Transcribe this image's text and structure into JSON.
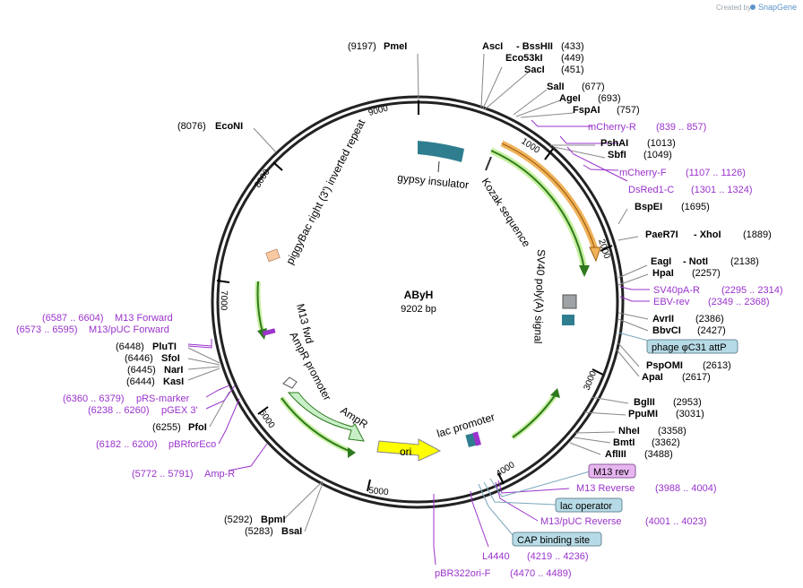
{
  "header": {
    "credit": "Created by",
    "brand": "SnapGene"
  },
  "map": {
    "name": "AByH",
    "size": "9202 bp",
    "ticks": [
      "9000",
      "1000",
      "2000",
      "3000",
      "4000",
      "5000",
      "6000",
      "7000",
      "8000"
    ]
  },
  "sites_right": [
    {
      "name": "AscI",
      "name2": "- BssHII",
      "pos": "(433)"
    },
    {
      "name": "Eco53kI",
      "pos": "(449)"
    },
    {
      "name": "SacI",
      "pos": "(451)"
    },
    {
      "name": "SalI",
      "pos": "(677)"
    },
    {
      "name": "AgeI",
      "pos": "(693)"
    },
    {
      "name": "FspAI",
      "pos": "(757)"
    },
    {
      "name": "PshAI",
      "pos": "(1013)"
    },
    {
      "name": "SbfI",
      "pos": "(1049)"
    },
    {
      "name": "BspEI",
      "pos": "(1695)"
    },
    {
      "name": "PaeR7I",
      "name2": "- XhoI",
      "pos": "(1889)"
    },
    {
      "name": "EagI",
      "name2": "- NotI",
      "pos": "(2138)"
    },
    {
      "name": "HpaI",
      "pos": "(2257)"
    },
    {
      "name": "AvrII",
      "pos": "(2386)"
    },
    {
      "name": "BbvCI",
      "pos": "(2427)"
    },
    {
      "name": "PspOMI",
      "pos": "(2613)"
    },
    {
      "name": "ApaI",
      "pos": "(2617)"
    },
    {
      "name": "BglII",
      "pos": "(2953)"
    },
    {
      "name": "PpuMI",
      "pos": "(3031)"
    },
    {
      "name": "NheI",
      "pos": "(3358)"
    },
    {
      "name": "BmtI",
      "pos": "(3362)"
    },
    {
      "name": "AflIII",
      "pos": "(3488)"
    }
  ],
  "sites_left": [
    {
      "name": "PmeI",
      "pos": "(9197)"
    },
    {
      "name": "EcoNI",
      "pos": "(8076)"
    },
    {
      "name": "PluTI",
      "pos": "(6448)"
    },
    {
      "name": "SfoI",
      "pos": "(6446)"
    },
    {
      "name": "NarI",
      "pos": "(6445)"
    },
    {
      "name": "KasI",
      "pos": "(6444)"
    },
    {
      "name": "PfoI",
      "pos": "(6255)"
    },
    {
      "name": "BpmI",
      "pos": "(5292)"
    },
    {
      "name": "BsaI",
      "pos": "(5283)"
    }
  ],
  "primers_right": [
    {
      "name": "mCherry-R",
      "pos": "(839 .. 857)"
    },
    {
      "name": "mCherry-F",
      "pos": "(1107 .. 1126)"
    },
    {
      "name": "DsRed1-C",
      "pos": "(1301 .. 1324)"
    },
    {
      "name": "SV40pA-R",
      "pos": "(2295 .. 2314)"
    },
    {
      "name": "EBV-rev",
      "pos": "(2349 .. 2368)"
    },
    {
      "name": "M13 Reverse",
      "pos": "(3988 .. 4004)"
    },
    {
      "name": "M13/pUC Reverse",
      "pos": "(4001 .. 4023)"
    },
    {
      "name": "L4440",
      "pos": "(4219 .. 4236)"
    },
    {
      "name": "pBR322ori-F",
      "pos": "(4470 .. 4489)"
    }
  ],
  "primers_left": [
    {
      "name": "M13 Forward",
      "pos": "(6587 .. 6604)"
    },
    {
      "name": "M13/pUC Forward",
      "pos": "(6573 .. 6595)"
    },
    {
      "name": "pRS-marker",
      "pos": "(6360 .. 6379)"
    },
    {
      "name": "pGEX 3'",
      "pos": "(6238 .. 6260)"
    },
    {
      "name": "pBRforEco",
      "pos": "(6182 .. 6200)"
    },
    {
      "name": "Amp-R",
      "pos": "(5772 .. 5791)"
    }
  ],
  "boxed_features": [
    {
      "name": "phage φC31 attP",
      "fill": "#b7dbe6"
    },
    {
      "name": "M13 rev",
      "fill": "#e7b5f0"
    },
    {
      "name": "lac operator",
      "fill": "#b7dbe6"
    },
    {
      "name": "CAP binding site",
      "fill": "#b7dbe6"
    }
  ],
  "inner_features": {
    "gypsy_insulator": "gypsy insulator",
    "piggybac": "piggyBac right (3') inverted repeat",
    "kozak": "Kozak sequence",
    "sv40": "SV40 poly(A) signal",
    "m13fwd": "M13 fwd",
    "ampr_promoter": "AmpR promoter",
    "ampr": "AmpR",
    "ori": "ori",
    "lac_promoter": "lac promoter"
  },
  "colors": {
    "primer": "#9a33cc",
    "gypsy": "#2e7e8f",
    "orange_arrow": "#f0b25a",
    "green_arrow": "#4e9a2a",
    "ori": "#ffff00",
    "ampr": "#c8f0c8",
    "boxed_blue": "#b7dbe6",
    "boxed_pink": "#e7b5f0"
  }
}
